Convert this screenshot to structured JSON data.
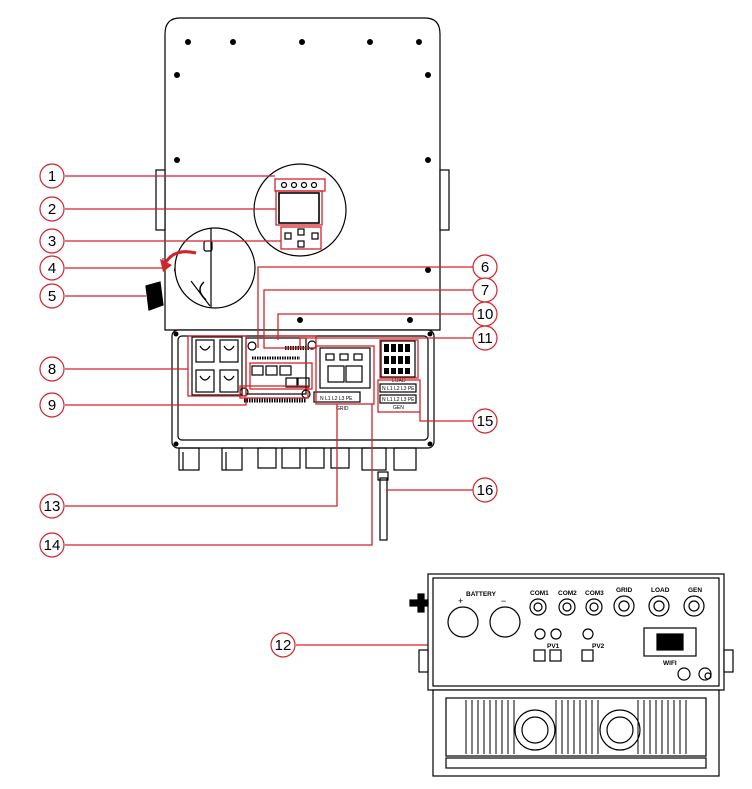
{
  "colors": {
    "callout": "#d2232a",
    "line": "#000000",
    "fill": "#ffffff"
  },
  "callouts": [
    {
      "num": "1"
    },
    {
      "num": "2"
    },
    {
      "num": "3"
    },
    {
      "num": "4"
    },
    {
      "num": "5"
    },
    {
      "num": "6"
    },
    {
      "num": "7"
    },
    {
      "num": "8"
    },
    {
      "num": "9"
    },
    {
      "num": "10"
    },
    {
      "num": "11"
    },
    {
      "num": "12"
    },
    {
      "num": "13"
    },
    {
      "num": "14"
    },
    {
      "num": "15"
    },
    {
      "num": "16"
    }
  ],
  "front_labels": {
    "grid_terminal": "GRID",
    "grid_pins": "N L1 L2 L3 PE",
    "load": "LOAD",
    "gen": "GEN",
    "load_pins": "N L1 L2 L3 PE",
    "gen_pins": "N L1 L2 L3 PE"
  },
  "bottom_labels": {
    "battery": "BATTERY",
    "bat_plus": "+",
    "bat_minus": "−",
    "com1": "COM1",
    "com2": "COM2",
    "com3": "COM3",
    "grid": "GRID",
    "load": "LOAD",
    "gen": "GEN",
    "pv1": "PV1",
    "pv2": "PV2",
    "wifi": "WIFI"
  }
}
